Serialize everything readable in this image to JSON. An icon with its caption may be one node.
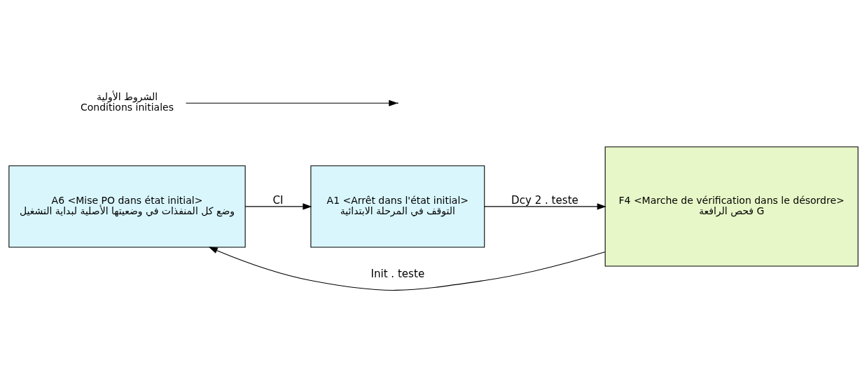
{
  "diagram": {
    "nodes": [
      {
        "text": [
          "A6 <Mise PO dans état initial>",
          "وضع كل المنفذات في وضعيتها الأصلية لبداية التشغيل"
        ]
      },
      {
        "text": [
          "A1 <Arrêt dans l'état initial>",
          "التوقف في المرحلة الابتدائية"
        ]
      },
      {
        "text": [
          "F4 <Marche de vérification dans le désordre>",
          "فحص الرافعة G"
        ]
      },
      {
        "text": [
          "الشروط الأولية",
          "Conditions initiales"
        ]
      }
    ],
    "edges": [
      {
        "from": 0,
        "to": 1,
        "arrow": "to",
        "label": "CI"
      },
      {
        "from": 1,
        "to": 2,
        "arrow": "to",
        "label": "Dcy 2 . teste"
      },
      {
        "from": 2,
        "to": 0,
        "arrow": "to",
        "label": "Init . teste"
      },
      {
        "from": 3,
        "to": null,
        "arrow": "to"
      }
    ]
  }
}
